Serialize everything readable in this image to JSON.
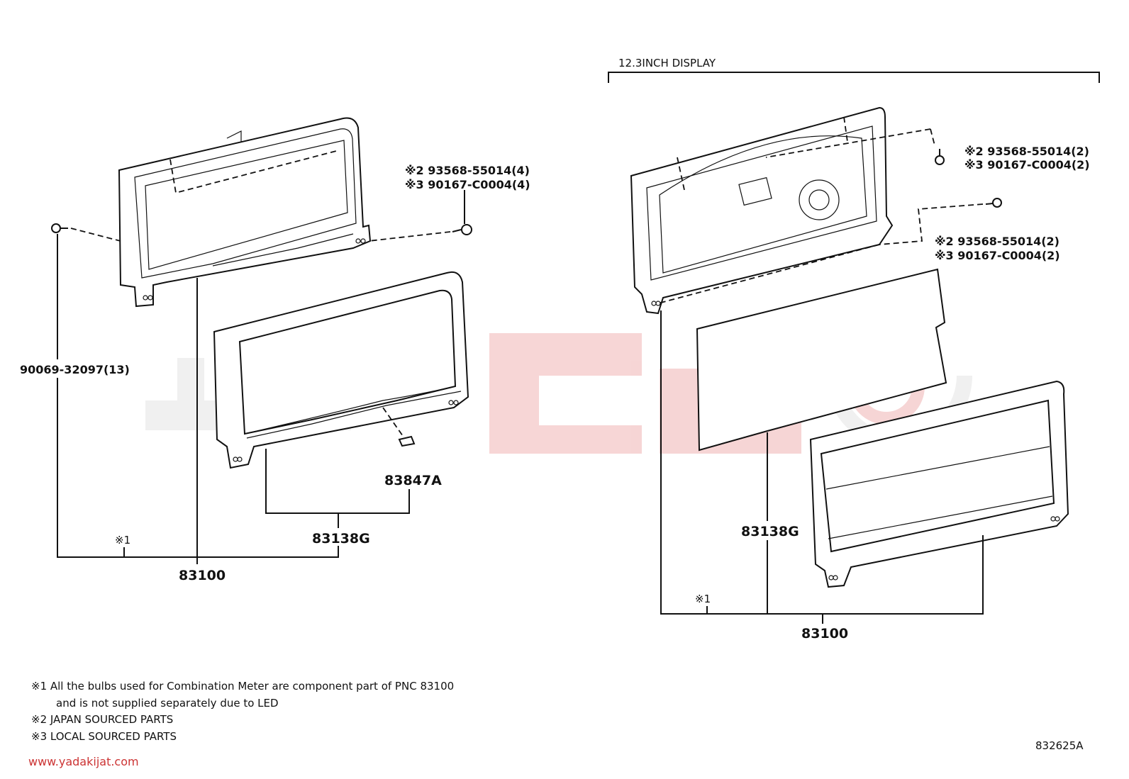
{
  "section_header": "12.3INCH DISPLAY",
  "left": {
    "fastener_1": "※2 93568-55014(4)",
    "fastener_2": "※3 90167-C0004(4)",
    "screw_label": "90069-32097(13)",
    "part_lens": "83847A",
    "part_glass": "83138G",
    "note_ref": "※1",
    "part_assy": "83100"
  },
  "right": {
    "upper_fastener_1": "※2 93568-55014(2)",
    "upper_fastener_2": "※3 90167-C0004(2)",
    "lower_fastener_1": "※2 93568-55014(2)",
    "lower_fastener_2": "※3 90167-C0004(2)",
    "part_glass": "83138G",
    "note_ref": "※1",
    "part_assy": "83100"
  },
  "notes": {
    "note1_line1": "※1 All the bulbs used for Combination Meter are component part of PNC 83100",
    "note1_line2": "and is not supplied separately due to LED",
    "note2": "※2 JAPAN SOURCED PARTS",
    "note3": "※3 LOCAL SOURCED PARTS"
  },
  "diagram_code": "832625A",
  "watermark_url": "www.yadakijat.com",
  "colors": {
    "line": "#111111",
    "watermark": "#cc3333",
    "watermark_gray": "#e4e4e4"
  }
}
